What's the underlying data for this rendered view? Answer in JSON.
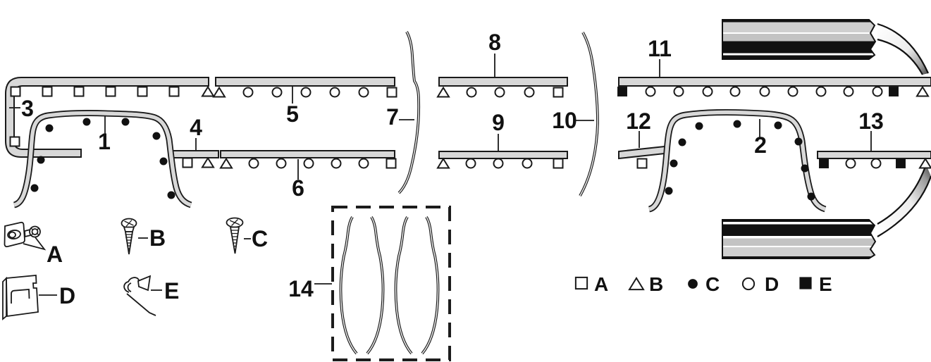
{
  "diagram_title": "molding-and-trim-parts-diagram",
  "parts": {
    "p1": "1",
    "p2": "2",
    "p3": "3",
    "p4": "4",
    "p5": "5",
    "p6": "6",
    "p7": "7",
    "p8": "8",
    "p9": "9",
    "p10": "10",
    "p11": "11",
    "p12": "12",
    "p13": "13",
    "p14": "14"
  },
  "fasteners": {
    "a": "A",
    "b": "B",
    "c": "C",
    "d": "D",
    "e": "E"
  },
  "fastener_kinds": {
    "a": "stud-plate-clip-with-nut",
    "b": "phillips-screw",
    "c": "phillips-screw-oval-head",
    "d": "retainer-clip",
    "e": "spring-wire-clip"
  },
  "legend": {
    "symbols": [
      "square-open",
      "triangle-open",
      "circle-filled",
      "circle-open",
      "square-filled"
    ],
    "labels": [
      "A",
      "B",
      "C",
      "D",
      "E"
    ]
  },
  "rows": {
    "strip3_top": [
      "square-open",
      "square-open",
      "square-open",
      "square-open",
      "square-open",
      "square-open",
      "triangle-open"
    ],
    "strip3_side": [
      "square-open"
    ],
    "strip4": [
      "square-open",
      "triangle-open"
    ],
    "strip5": [
      "triangle-open",
      "circle-open",
      "circle-open",
      "circle-open",
      "circle-open",
      "circle-open",
      "square-open"
    ],
    "strip6": [
      "triangle-open",
      "circle-open",
      "circle-open",
      "circle-open",
      "circle-open",
      "circle-open",
      "square-open"
    ],
    "strip8": [
      "triangle-open",
      "circle-open",
      "circle-open",
      "circle-open",
      "square-open"
    ],
    "strip9": [
      "triangle-open",
      "circle-open",
      "circle-open",
      "circle-open",
      "square-open"
    ],
    "strip11": [
      "square-filled",
      "circle-open",
      "circle-open",
      "circle-open",
      "circle-open",
      "circle-open",
      "circle-open",
      "circle-open",
      "circle-open",
      "circle-open",
      "square-filled",
      "triangle-open"
    ],
    "strip12": [
      "square-open"
    ],
    "strip13": [
      "square-filled",
      "circle-open",
      "circle-open",
      "square-filled",
      "triangle-open"
    ],
    "arch1": [
      "circle-filled",
      "circle-filled",
      "circle-filled",
      "circle-filled",
      "circle-filled",
      "circle-filled",
      "circle-filled",
      "circle-filled"
    ],
    "arch2": [
      "circle-filled",
      "circle-filled",
      "circle-filled",
      "circle-filled",
      "circle-filled",
      "circle-filled",
      "circle-filled",
      "circle-filled",
      "circle-filled"
    ]
  },
  "colors": {
    "outline": "#1a1a1a",
    "strip_fill": "#d8d8d8",
    "xsec_gray_light": "#cfcfcf",
    "xsec_gray": "#c3c3c3",
    "xsec_black": "#111111",
    "background": "#ffffff"
  }
}
